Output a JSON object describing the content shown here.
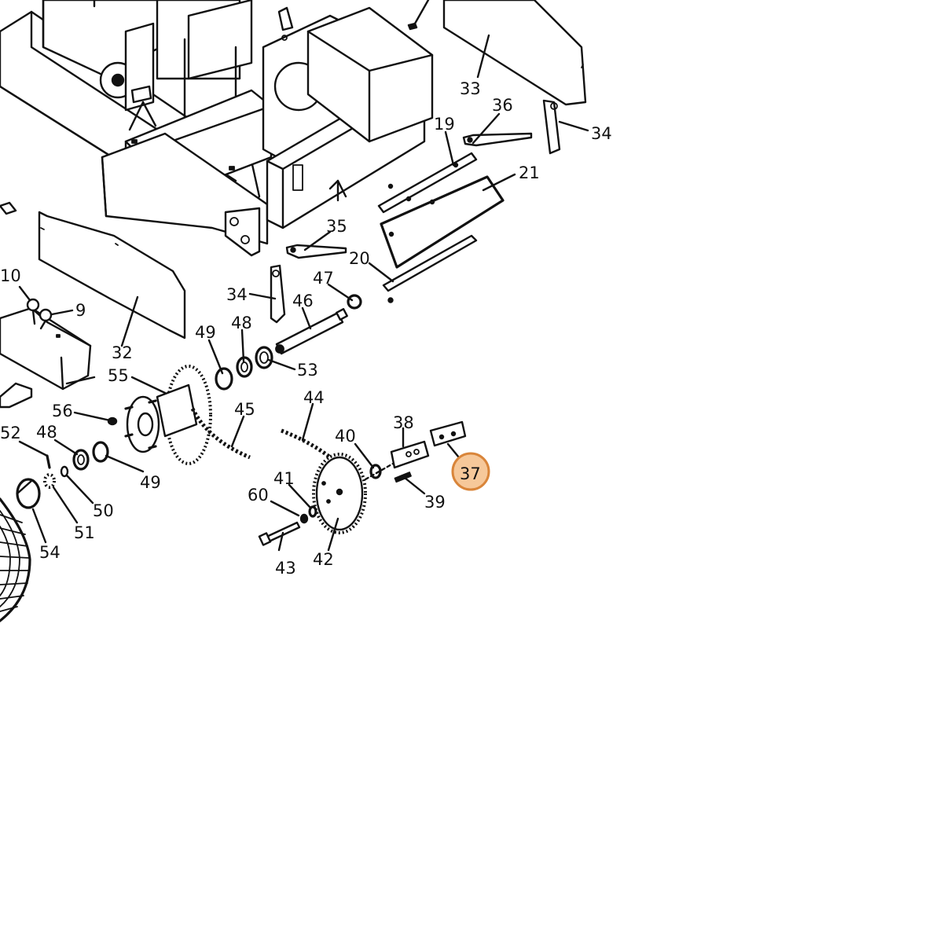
{
  "diagram": {
    "labels": {
      "l9": "9",
      "l10": "10",
      "l19": "19",
      "l20": "20",
      "l21": "21",
      "l32": "32",
      "l33": "33",
      "l34a": "34",
      "l34b": "34",
      "l35": "35",
      "l36": "36",
      "l37": "37",
      "l38": "38",
      "l39": "39",
      "l40": "40",
      "l41": "41",
      "l42": "42",
      "l43": "43",
      "l44": "44",
      "l45": "45",
      "l46": "46",
      "l47": "47",
      "l48a": "48",
      "l48b": "48",
      "l49a": "49",
      "l49b": "49",
      "l50": "50",
      "l51": "51",
      "l52": "52",
      "l53": "53",
      "l54": "54",
      "l55": "55",
      "l56": "56",
      "l60": "60"
    },
    "highlight": {
      "part": "37",
      "fill": "#f6c89a",
      "stroke": "#d9853a"
    }
  }
}
